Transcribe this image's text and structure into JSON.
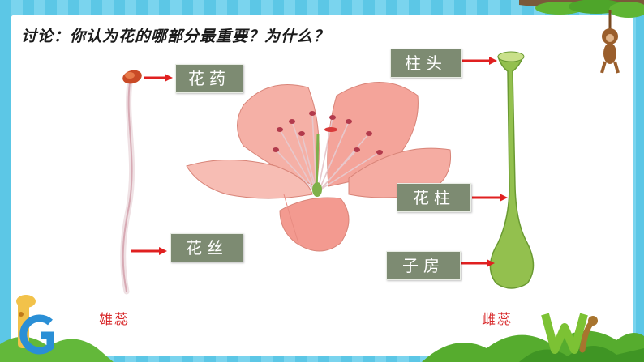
{
  "slide": {
    "title": "讨论：你认为花的哪部分最重要？为什么？",
    "labels": {
      "anther": "花药",
      "filament": "花丝",
      "stigma": "柱头",
      "style": "花柱",
      "ovary": "子房"
    },
    "captions": {
      "stamen": "雄蕊",
      "pistil": "雌蕊"
    },
    "colors": {
      "frame": "#5cc7e6",
      "label_bg": "#7d8b72",
      "arrow": "#e02020",
      "caption": "#d8282a",
      "petal": "#f4a49a",
      "pistil": "#8fbf4a"
    }
  }
}
